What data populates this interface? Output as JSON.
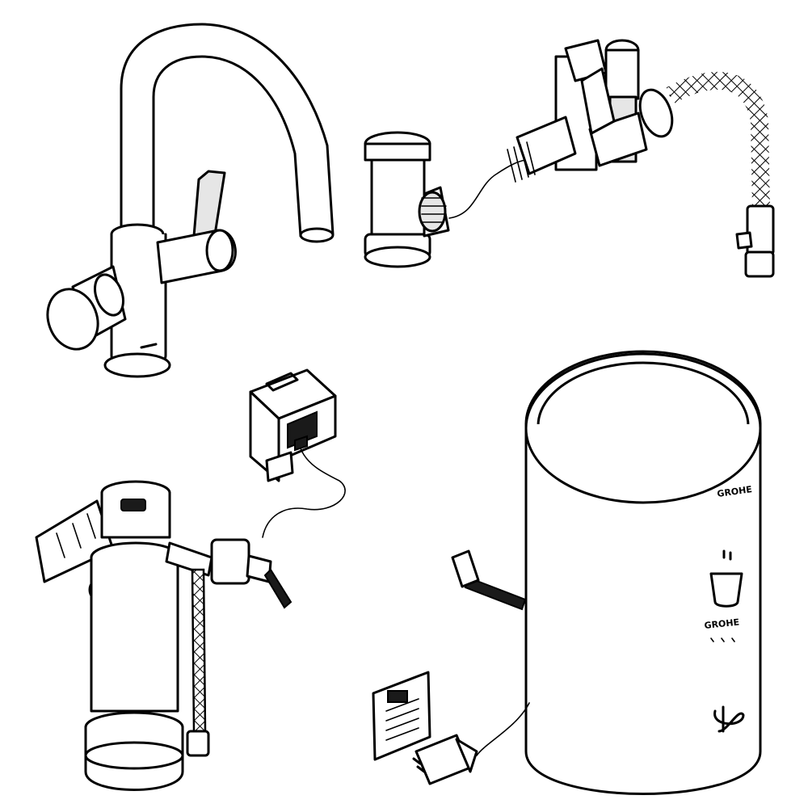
{
  "diagram": {
    "parts": [
      {
        "id": "faucet",
        "name": "faucet"
      },
      {
        "id": "tee",
        "name": "tee-fitting"
      },
      {
        "id": "valve",
        "name": "valve-assembly"
      },
      {
        "id": "hose",
        "name": "braided-hose"
      },
      {
        "id": "meter",
        "name": "flow-meter-display"
      },
      {
        "id": "filter",
        "name": "filter-cartridge"
      },
      {
        "id": "boiler",
        "name": "boiler-tank"
      },
      {
        "id": "plug",
        "name": "power-plug"
      },
      {
        "id": "label",
        "name": "rating-label"
      }
    ],
    "brand_label": "GROHE",
    "colors": {
      "line": "#000000",
      "fill": "#ffffff",
      "shade": "#e6e6e6"
    }
  }
}
